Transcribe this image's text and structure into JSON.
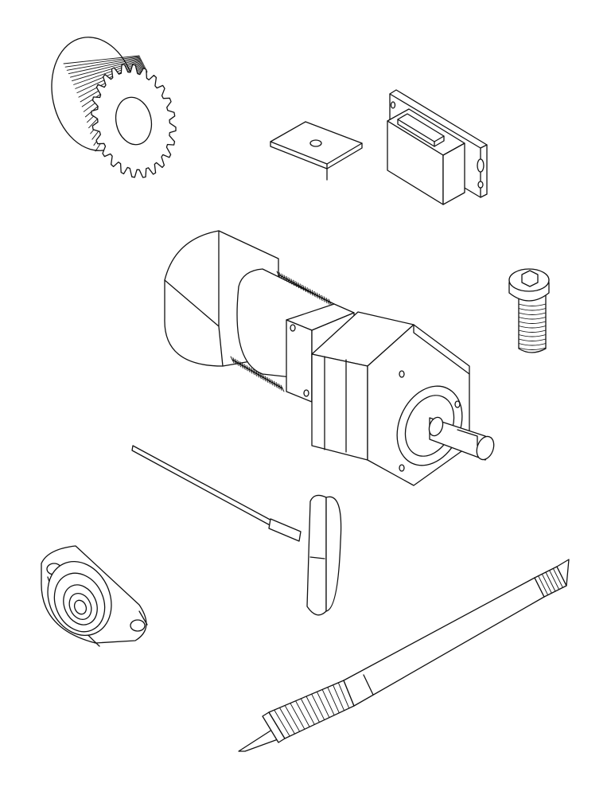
{
  "colors": {
    "ink": "#111111",
    "paper": "#ffffff"
  },
  "parts": [
    {
      "name": "helical-gear",
      "icon": "helical-gear-icon"
    },
    {
      "name": "mounting-plate",
      "icon": "mounting-plate-icon"
    },
    {
      "name": "limit-switch",
      "icon": "limit-switch-icon"
    },
    {
      "name": "stepper-motor-gearbox",
      "icon": "stepper-motor-gearbox-icon"
    },
    {
      "name": "button-head-screw",
      "icon": "button-head-screw-icon"
    },
    {
      "name": "t-handle-hex-key",
      "icon": "t-handle-hex-key-icon"
    },
    {
      "name": "flange-bearing",
      "icon": "flange-bearing-icon"
    },
    {
      "name": "hobby-knife",
      "icon": "hobby-knife-icon"
    }
  ]
}
